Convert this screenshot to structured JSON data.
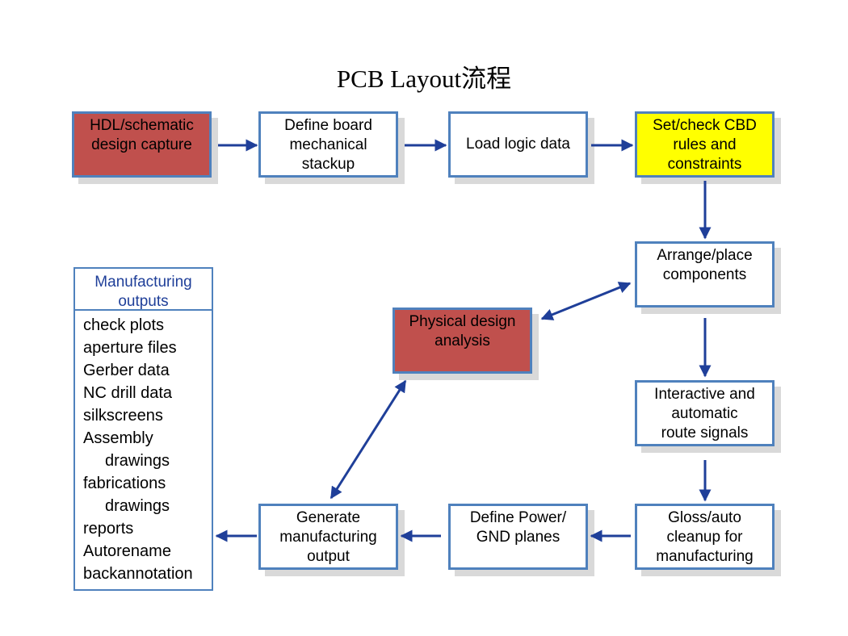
{
  "title": "PCB Layout流程",
  "nodes": {
    "hdl": "HDL/schematic\ndesign capture",
    "define_board": "Define board\nmechanical\nstackup",
    "load_logic": "Load logic data",
    "set_check": "Set/check CBD\nrules and\nconstraints",
    "arrange": "Arrange/place\ncomponents",
    "physical": "Physical design\nanalysis",
    "interactive": "Interactive and\nautomatic\nroute signals",
    "gloss": "Gloss/auto\ncleanup for\nmanufacturing",
    "define_power": "Define Power/\nGND planes",
    "generate": "Generate\nmanufacturing\noutput"
  },
  "manufacturing": {
    "header": "Manufacturing\noutputs",
    "items": [
      "check plots",
      "aperture files",
      "Gerber data",
      "NC drill data",
      "silkscreens",
      "Assembly",
      "drawings",
      "fabrications",
      "drawings",
      "reports",
      "Autorename",
      "backannotation"
    ]
  },
  "colors": {
    "border": "#4f81bd",
    "arrow": "#1f3f99",
    "red": "#c0504d",
    "yellow": "#ffff00"
  }
}
